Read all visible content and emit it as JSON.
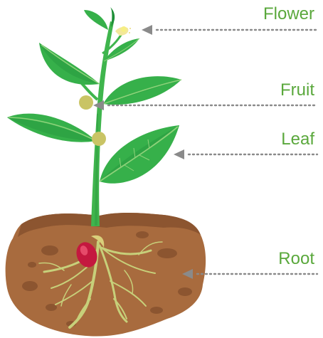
{
  "labels": {
    "flower": "Flower",
    "fruit": "Fruit",
    "leaf": "Leaf",
    "root": "Root"
  },
  "colors": {
    "label_text": "#5aa83c",
    "pointer": "#8a8a8a",
    "leaf": "#36b04a",
    "leaf_dark": "#1f8f38",
    "leaf_vein": "#8ed27a",
    "stem": "#3fb54d",
    "soil": "#a86b3e",
    "soil_dark": "#8c5530",
    "root": "#c7d07a",
    "fruit": "#c9c465",
    "flower": "#f3e79a",
    "seed": "#c4183f"
  },
  "icons": {
    "pointer": "left-arrow-icon"
  }
}
